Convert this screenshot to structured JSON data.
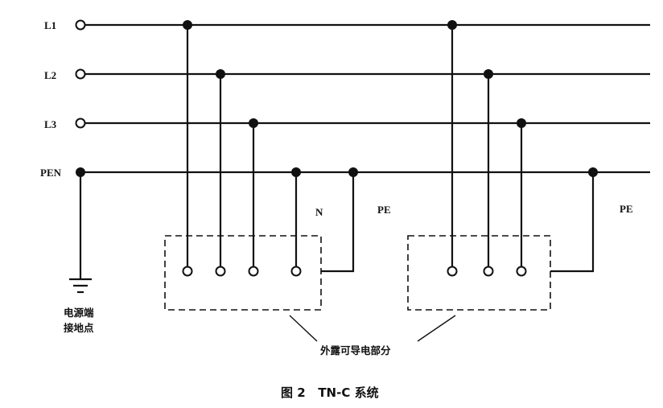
{
  "lines": {
    "l1": "L1",
    "l2": "L2",
    "l3": "L3",
    "pen": "PEN"
  },
  "labels": {
    "n": "N",
    "pe_left": "PE",
    "pe_right": "PE",
    "source_earth_line1": "电源端",
    "source_earth_line2": "接地点",
    "exposed_parts": "外露可导电部分"
  },
  "caption": "图 2   TN-C 系统"
}
